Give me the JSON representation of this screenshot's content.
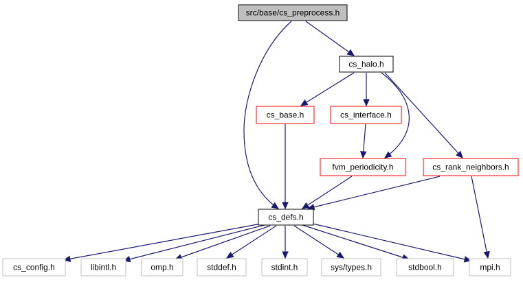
{
  "colors": {
    "edge": "#191970",
    "border_root": "#000000",
    "fill_root": "#bfbfbf",
    "border_normal": "#000000",
    "border_red": "#ff0000",
    "border_gray": "#bfbfbf",
    "fill_default": "#ffffff"
  },
  "nodes": {
    "root": {
      "label": "src/base/cs_preprocess.h",
      "style": "root"
    },
    "halo": {
      "label": "cs_halo.h",
      "style": "normal"
    },
    "base": {
      "label": "cs_base.h",
      "style": "red"
    },
    "interface": {
      "label": "cs_interface.h",
      "style": "red"
    },
    "fvm_periodicity": {
      "label": "fvm_periodicity.h",
      "style": "red"
    },
    "rank_neighbors": {
      "label": "cs_rank_neighbors.h",
      "style": "red"
    },
    "defs": {
      "label": "cs_defs.h",
      "style": "normal"
    },
    "config": {
      "label": "cs_config.h",
      "style": "gray"
    },
    "libintl": {
      "label": "libintl.h",
      "style": "gray"
    },
    "omp": {
      "label": "omp.h",
      "style": "gray"
    },
    "stddef": {
      "label": "stddef.h",
      "style": "gray"
    },
    "stdint": {
      "label": "stdint.h",
      "style": "gray"
    },
    "systypes": {
      "label": "sys/types.h",
      "style": "gray"
    },
    "stdbool": {
      "label": "stdbool.h",
      "style": "gray"
    },
    "mpi": {
      "label": "mpi.h",
      "style": "gray"
    }
  },
  "edges": [
    {
      "from": "root",
      "to": "halo"
    },
    {
      "from": "root",
      "to": "defs"
    },
    {
      "from": "halo",
      "to": "base"
    },
    {
      "from": "halo",
      "to": "interface"
    },
    {
      "from": "halo",
      "to": "fvm_periodicity"
    },
    {
      "from": "halo",
      "to": "rank_neighbors"
    },
    {
      "from": "base",
      "to": "defs"
    },
    {
      "from": "interface",
      "to": "fvm_periodicity"
    },
    {
      "from": "fvm_periodicity",
      "to": "defs"
    },
    {
      "from": "rank_neighbors",
      "to": "defs"
    },
    {
      "from": "rank_neighbors",
      "to": "mpi"
    },
    {
      "from": "defs",
      "to": "config"
    },
    {
      "from": "defs",
      "to": "libintl"
    },
    {
      "from": "defs",
      "to": "omp"
    },
    {
      "from": "defs",
      "to": "stddef"
    },
    {
      "from": "defs",
      "to": "stdint"
    },
    {
      "from": "defs",
      "to": "systypes"
    },
    {
      "from": "defs",
      "to": "stdbool"
    },
    {
      "from": "defs",
      "to": "mpi"
    }
  ]
}
